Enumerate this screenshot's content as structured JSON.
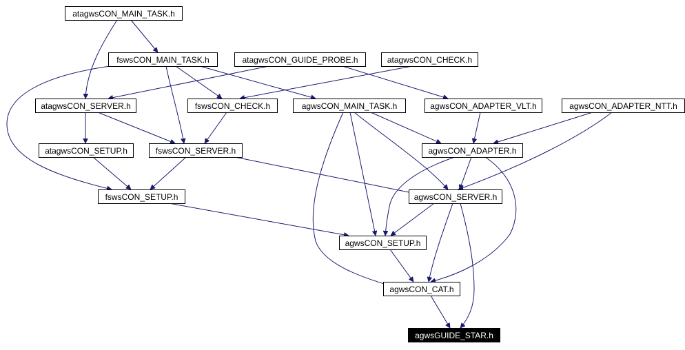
{
  "graph": {
    "edge_color": "#191970",
    "highlight_fill": "#000000",
    "nodes": [
      {
        "id": "n_atagws_main_task",
        "label": "atagwsCON_MAIN_TASK.h"
      },
      {
        "id": "n_fsws_main_task",
        "label": "fswsCON_MAIN_TASK.h"
      },
      {
        "id": "n_atagws_guide_probe",
        "label": "atagwsCON_GUIDE_PROBE.h"
      },
      {
        "id": "n_atagws_check",
        "label": "atagwsCON_CHECK.h"
      },
      {
        "id": "n_atagws_server",
        "label": "atagwsCON_SERVER.h"
      },
      {
        "id": "n_fsws_check",
        "label": "fswsCON_CHECK.h"
      },
      {
        "id": "n_agws_main_task",
        "label": "agwsCON_MAIN_TASK.h"
      },
      {
        "id": "n_agws_adapter_vlt",
        "label": "agwsCON_ADAPTER_VLT.h"
      },
      {
        "id": "n_agws_adapter_ntt",
        "label": "agwsCON_ADAPTER_NTT.h"
      },
      {
        "id": "n_atagws_setup",
        "label": "atagwsCON_SETUP.h"
      },
      {
        "id": "n_fsws_server",
        "label": "fswsCON_SERVER.h"
      },
      {
        "id": "n_agws_adapter",
        "label": "agwsCON_ADAPTER.h"
      },
      {
        "id": "n_fsws_setup",
        "label": "fswsCON_SETUP.h"
      },
      {
        "id": "n_agws_server",
        "label": "agwsCON_SERVER.h"
      },
      {
        "id": "n_agws_setup",
        "label": "agwsCON_SETUP.h"
      },
      {
        "id": "n_agws_cat",
        "label": "agwsCON_CAT.h"
      },
      {
        "id": "n_agws_guide_star",
        "label": "agwsGUIDE_STAR.h",
        "highlight": true
      }
    ],
    "edges": [
      {
        "from": "n_atagws_main_task",
        "to": "n_fsws_main_task"
      },
      {
        "from": "n_atagws_main_task",
        "to": "n_atagws_server"
      },
      {
        "from": "n_fsws_main_task",
        "to": "n_fsws_check"
      },
      {
        "from": "n_fsws_main_task",
        "to": "n_agws_main_task"
      },
      {
        "from": "n_fsws_main_task",
        "to": "n_fsws_server"
      },
      {
        "from": "n_fsws_main_task",
        "to": "n_fsws_setup"
      },
      {
        "from": "n_atagws_guide_probe",
        "to": "n_atagws_server"
      },
      {
        "from": "n_atagws_guide_probe",
        "to": "n_agws_adapter_vlt"
      },
      {
        "from": "n_atagws_check",
        "to": "n_fsws_check"
      },
      {
        "from": "n_atagws_server",
        "to": "n_atagws_setup"
      },
      {
        "from": "n_atagws_server",
        "to": "n_fsws_server"
      },
      {
        "from": "n_fsws_check",
        "to": "n_fsws_server"
      },
      {
        "from": "n_agws_main_task",
        "to": "n_agws_adapter"
      },
      {
        "from": "n_agws_main_task",
        "to": "n_agws_server"
      },
      {
        "from": "n_agws_main_task",
        "to": "n_agws_setup"
      },
      {
        "from": "n_agws_main_task",
        "to": "n_agws_cat"
      },
      {
        "from": "n_agws_adapter_vlt",
        "to": "n_agws_adapter"
      },
      {
        "from": "n_agws_adapter_ntt",
        "to": "n_agws_adapter"
      },
      {
        "from": "n_agws_adapter_ntt",
        "to": "n_agws_server"
      },
      {
        "from": "n_atagws_setup",
        "to": "n_fsws_setup"
      },
      {
        "from": "n_fsws_server",
        "to": "n_fsws_setup"
      },
      {
        "from": "n_fsws_server",
        "to": "n_agws_server"
      },
      {
        "from": "n_agws_adapter",
        "to": "n_agws_server"
      },
      {
        "from": "n_agws_adapter",
        "to": "n_agws_setup"
      },
      {
        "from": "n_agws_adapter",
        "to": "n_agws_cat"
      },
      {
        "from": "n_fsws_setup",
        "to": "n_agws_setup"
      },
      {
        "from": "n_agws_server",
        "to": "n_agws_setup"
      },
      {
        "from": "n_agws_server",
        "to": "n_agws_cat"
      },
      {
        "from": "n_agws_server",
        "to": "n_agws_guide_star"
      },
      {
        "from": "n_agws_setup",
        "to": "n_agws_cat"
      },
      {
        "from": "n_agws_cat",
        "to": "n_agws_guide_star"
      }
    ]
  }
}
